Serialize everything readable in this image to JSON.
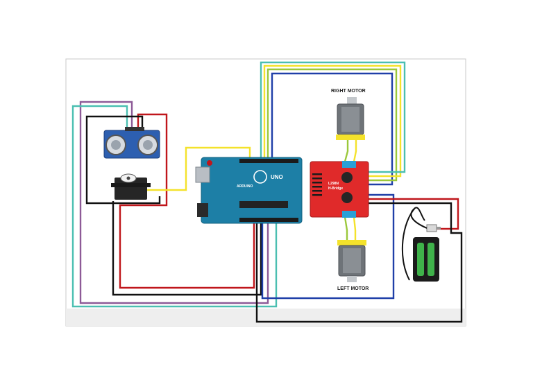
{
  "labels": {
    "right_motor": "RIGHT MOTOR",
    "left_motor": "LEFT MOTOR"
  },
  "arduino": {
    "brand": "ARDUINO",
    "model": "UNO"
  },
  "driver": {
    "chip": "L298N",
    "name": "H-Bridge"
  },
  "colors": {
    "red_wire": "#c0161b",
    "black_wire": "#111111",
    "yellow_wire": "#f4e22b",
    "green_wire": "#9bc83b",
    "blue_wire": "#1f3fa8",
    "teal_wire": "#4bbfb1",
    "purple_wire": "#8d5a97",
    "arduino_board": "#1d7fa6",
    "driver_board": "#e02a2a",
    "sensor_board": "#2d5fb0",
    "motor_body": "#6e7378",
    "battery_green": "#3fb24a",
    "panel_border": "#c8c8c8"
  }
}
